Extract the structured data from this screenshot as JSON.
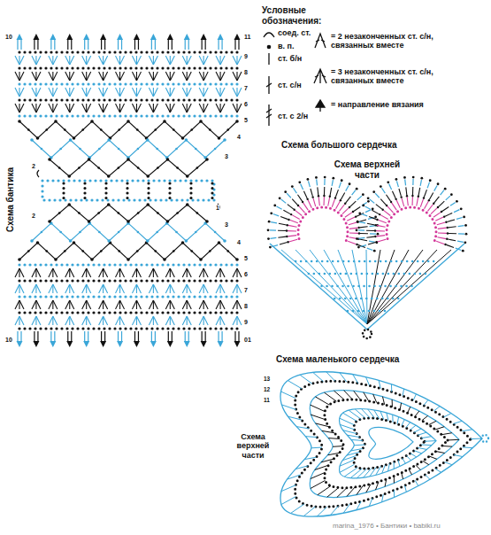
{
  "diagram": {
    "labels": [
      "Условные обозначения:",
      "Схема бантика",
      "Схема большого сердечка",
      "Схема верхней части",
      "Схема маленького сердечка",
      "Схема верхней части",
      "10",
      "11",
      "9",
      "8",
      "7",
      "6",
      "5",
      "4",
      "3",
      "2",
      "1",
      "2",
      "3",
      "4",
      "5",
      "6",
      "7",
      "8",
      "9",
      "10",
      "01",
      "13",
      "12",
      "11",
      "marina_1976 • Бантики • babiki.ru"
    ],
    "legend": [
      {
        "text": "соед. ст."
      },
      {
        "text": "в. п."
      },
      {
        "text": "ст. б/н"
      },
      {
        "text": "ст. с/н"
      },
      {
        "text": "ст. с 2/н"
      },
      {
        "text": "= 2 незаконченных ст. с/н, связанных вместе"
      },
      {
        "text": "= 3 незаконченных ст. с/н, связанных вместе"
      },
      {
        "text": "= направление вязания"
      }
    ]
  }
}
